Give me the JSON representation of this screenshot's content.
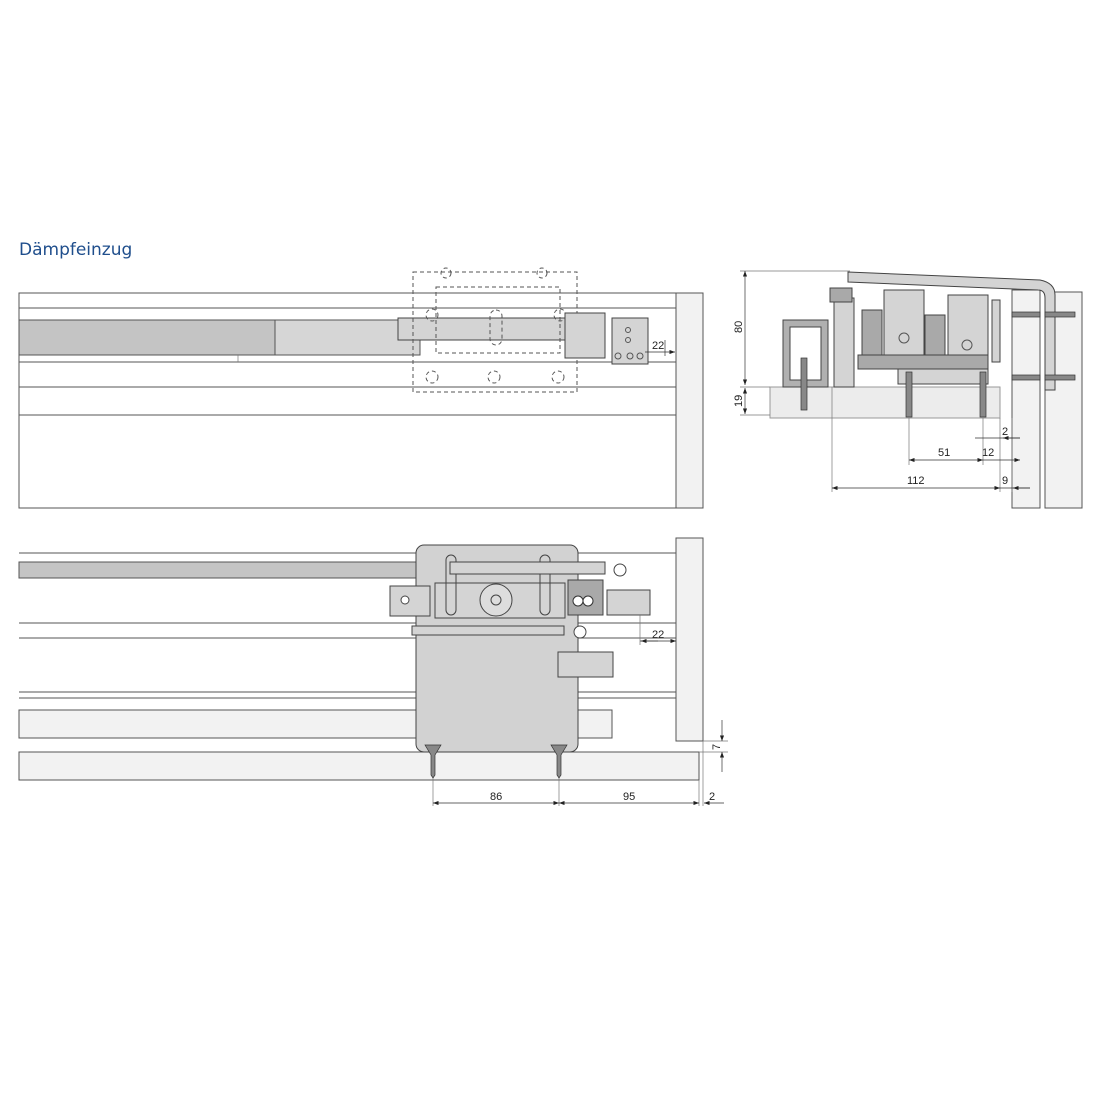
{
  "title": "Dämpfeinzug",
  "colors": {
    "title": "#1f4e8c",
    "part": "#d4d4d4",
    "panel": "#f2f2f2"
  },
  "top_view": {
    "dim_gap": "22"
  },
  "section_view": {
    "dim_height": "80",
    "dim_board": "19",
    "dim_2": "2",
    "dim_51": "51",
    "dim_12": "12",
    "dim_112": "112",
    "dim_9": "9"
  },
  "front_view": {
    "dim_gap": "22",
    "dim_7": "7",
    "dim_86": "86",
    "dim_95": "95",
    "dim_2": "2"
  }
}
